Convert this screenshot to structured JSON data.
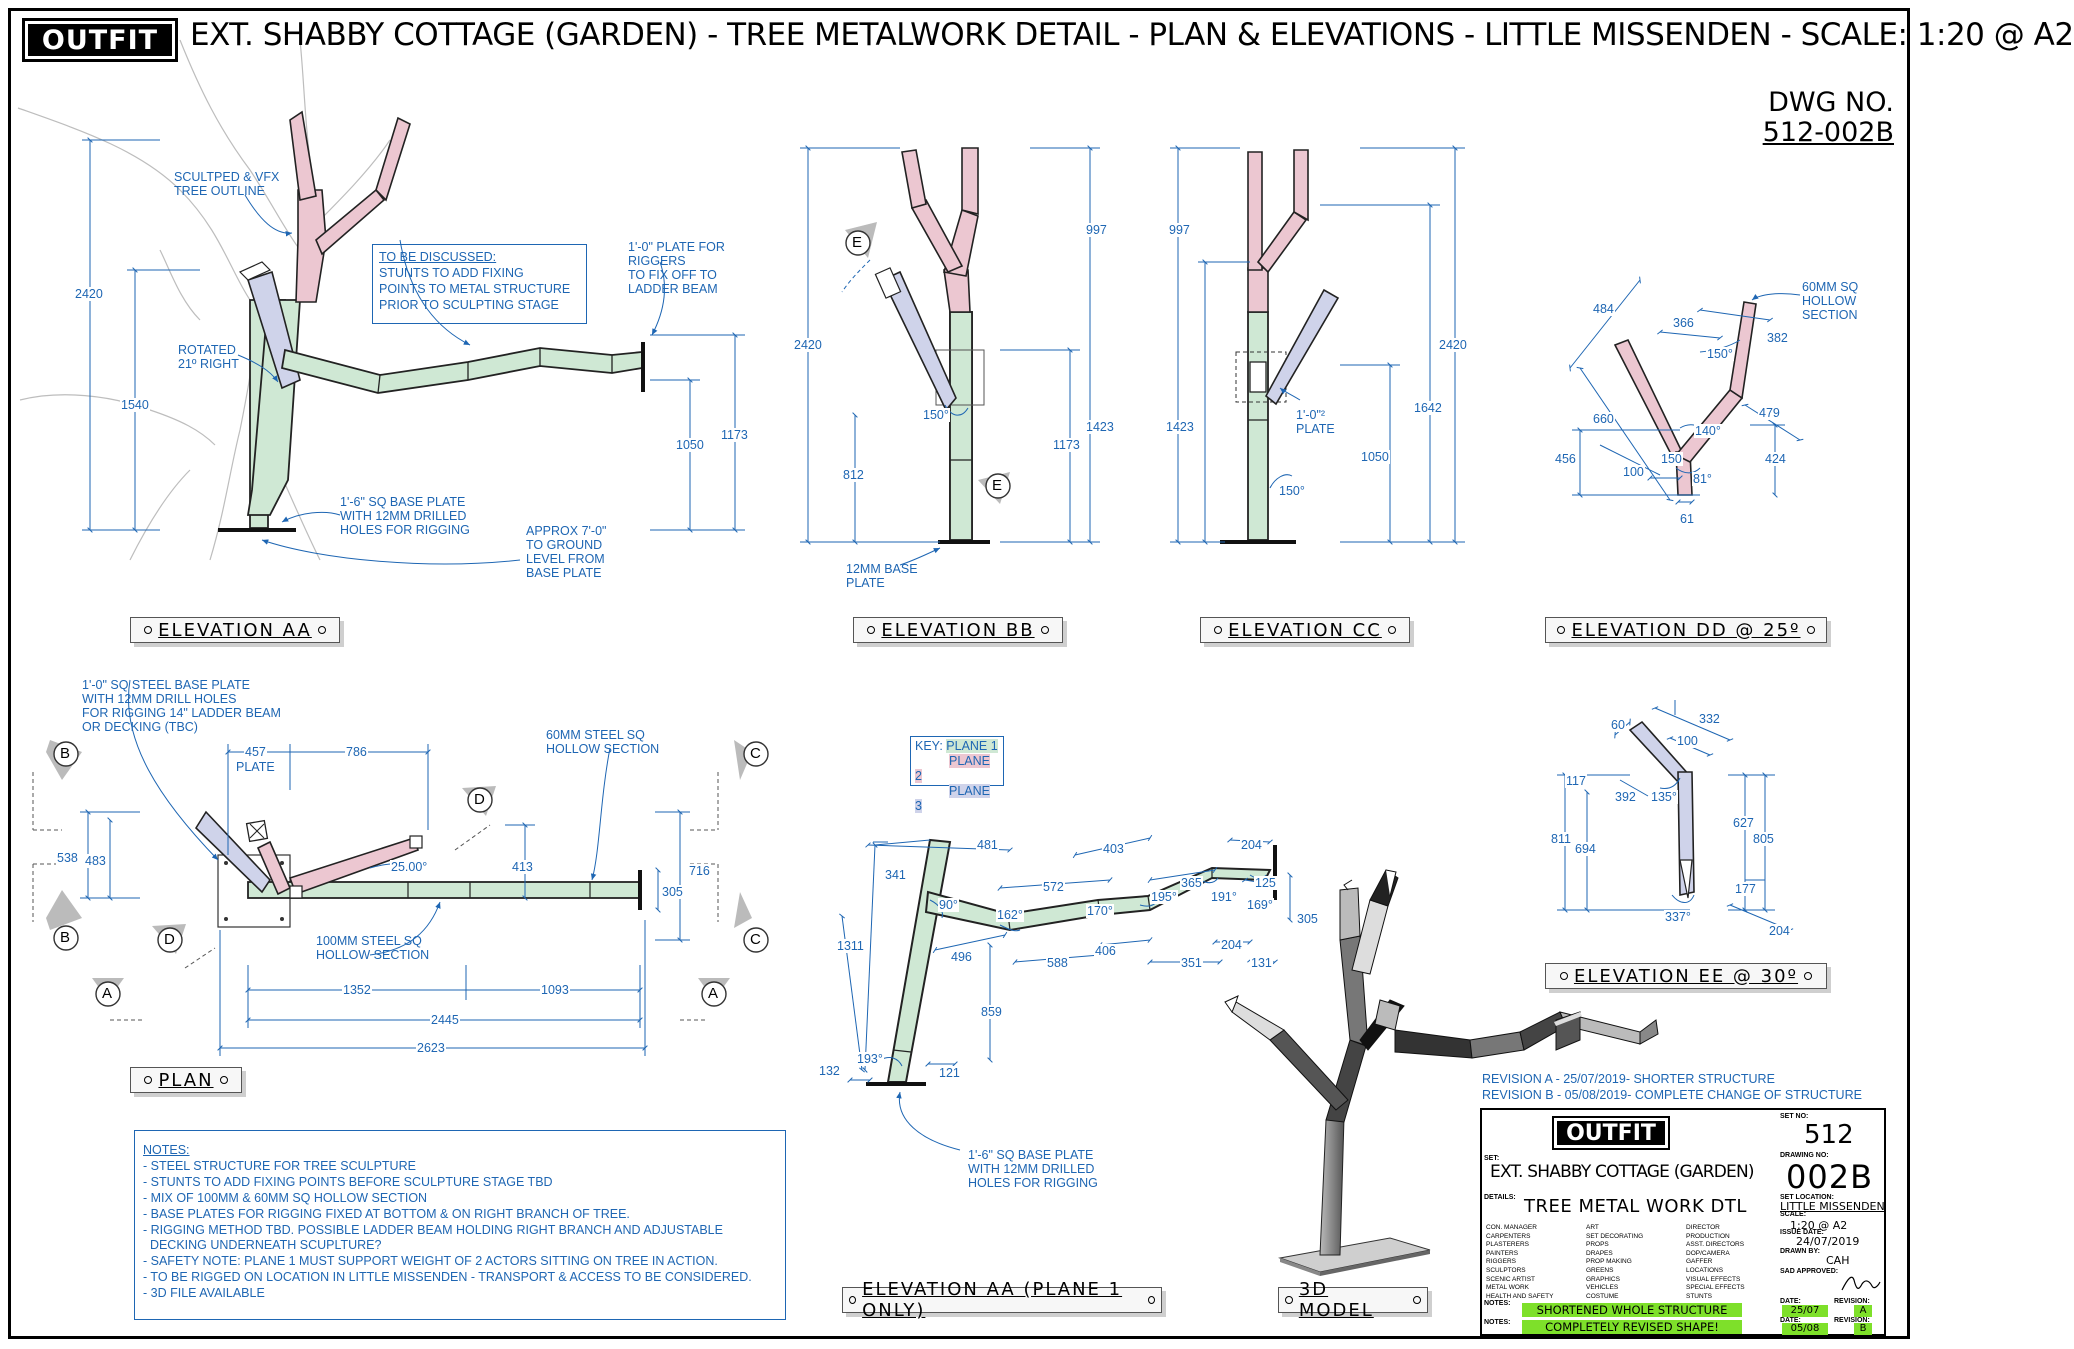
{
  "title_bar": {
    "logo": "OUTFIT",
    "title": "EXT. SHABBY COTTAGE (GARDEN) - TREE METALWORK DETAIL - PLAN & ELEVATIONS - LITTLE MISSENDEN - SCALE: 1:20 @ A2"
  },
  "dwg_no": {
    "label": "DWG NO.",
    "value": "512-002B"
  },
  "elevation_aa": {
    "label": "ELEVATION AA",
    "notes": {
      "tree_outline": "SCULTPED & VFX\nTREE OUTLINE",
      "rotated": "ROTATED\n21º RIGHT",
      "plate_riggers": "1'-0\" PLATE FOR\nRIGGERS\nTO FIX OFF TO\nLADDER BEAM",
      "base_plate": "1'-6\" SQ BASE PLATE\nWITH 12MM DRILLED\nHOLES FOR RIGGING",
      "ground": "APPROX 7'-0\"\nTO GROUND\nLEVEL FROM\nBASE PLATE"
    },
    "discuss_title": "TO BE DISCUSSED:",
    "discuss_lines": [
      "STUNTS TO ADD FIXING",
      "POINTS TO METAL STRUCTURE",
      "PRIOR TO SCULPTING STAGE"
    ],
    "dims": [
      "2420",
      "1540",
      "1050",
      "1173"
    ]
  },
  "elevation_bb": {
    "label": "ELEVATION BB",
    "notes": {
      "base_plate": "12MM BASE\nPLATE"
    },
    "dims": [
      "2420",
      "997",
      "1423",
      "1173",
      "812",
      "150°"
    ],
    "markers": [
      "E",
      "E"
    ]
  },
  "elevation_cc": {
    "label": "ELEVATION CC",
    "notes": {
      "plate": "1'-0\"²\nPLATE"
    },
    "dims": [
      "997",
      "1423",
      "2420",
      "1642",
      "1050",
      "150°"
    ]
  },
  "elevation_dd": {
    "label": "ELEVATION DD @ 25º",
    "notes": {
      "hollow": "60MM SQ\nHOLLOW\nSECTION"
    },
    "dims": [
      "484",
      "366",
      "382",
      "150°",
      "479",
      "660",
      "140°",
      "456",
      "424",
      "150",
      "100",
      "81°",
      "61"
    ]
  },
  "plan": {
    "label": "PLAN",
    "notes": {
      "base_plate": "1'-0\" SQ STEEL BASE PLATE\nWITH 12MM DRILL HOLES\nFOR RIGGING 14\" LADDER BEAM\nOR DECKING (TBC)",
      "hollow_60": "60MM STEEL SQ\nHOLLOW SECTION",
      "hollow_100": "100MM STEEL SQ\nHOLLOW SECTION",
      "plate": "PLATE"
    },
    "dims": [
      "457",
      "786",
      "538",
      "483",
      "25.00°",
      "413",
      "716",
      "305",
      "1352",
      "1093",
      "2445",
      "2623"
    ],
    "markers": [
      "B",
      "B",
      "C",
      "C",
      "D",
      "D",
      "A",
      "A"
    ]
  },
  "key": {
    "title": "KEY:",
    "plane1": "PLANE 1",
    "plane2": "PLANE 2",
    "plane3": "PLANE 3"
  },
  "elevation_aa_plane1": {
    "label": "ELEVATION AA (PLANE 1 ONLY)",
    "notes": {
      "base_plate": "1'-6\" SQ BASE PLATE\nWITH 12MM DRILLED\nHOLES FOR RIGGING"
    },
    "dims": [
      "481",
      "403",
      "204",
      "341",
      "572",
      "365",
      "125",
      "90°",
      "162°",
      "170°",
      "195°",
      "191°",
      "169°",
      "305",
      "496",
      "588",
      "406",
      "204",
      "351",
      "131",
      "1311",
      "859",
      "193°",
      "132",
      "121"
    ]
  },
  "elevation_ee": {
    "label": "ELEVATION EE @ 30º",
    "dims": [
      "332",
      "60",
      "100",
      "117",
      "392",
      "135°",
      "811",
      "694",
      "627",
      "805",
      "177",
      "337°",
      "204"
    ]
  },
  "model_3d": {
    "label": "3D MODEL"
  },
  "notes": {
    "heading": "NOTES:",
    "lines": [
      "- STEEL STRUCTURE FOR TREE SCULPTURE",
      "- STUNTS TO ADD FIXING POINTS BEFORE SCULPTURE STAGE TBD",
      "- MIX OF 100MM & 60MM SQ HOLLOW SECTION",
      "- BASE PLATES FOR RIGGING FIXED AT BOTTOM & ON RIGHT BRANCH OF TREE.",
      "- RIGGING METHOD TBD. POSSIBLE LADDER BEAM HOLDING RIGHT BRANCH AND ADJUSTABLE",
      "  DECKING UNDERNEATH SCUPLTURE?",
      "- SAFETY NOTE: PLANE 1 MUST SUPPORT WEIGHT OF 2 ACTORS SITTING ON TREE IN ACTION.",
      "- TO BE RIGGED ON LOCATION IN LITTLE MISSENDEN - TRANSPORT & ACCESS TO BE CONSIDERED.",
      "- 3D FILE AVAILABLE"
    ]
  },
  "revisions": {
    "a": "REVISION A - 25/07/2019- SHORTER STRUCTURE",
    "b": "REVISION B - 05/08/2019- COMPLETE CHANGE OF STRUCTURE"
  },
  "title_block": {
    "logo": "OUTFIT",
    "set_no_label": "SET NO:",
    "set_no": "512",
    "drawing_no_label": "DRAWING NO:",
    "drawing_no": "002B",
    "set_label": "SET:",
    "set": "EXT. SHABBY COTTAGE (GARDEN)",
    "details_label": "DETAILS:",
    "details": "TREE METAL WORK DTL",
    "set_location_label": "SET LOCATION:",
    "set_location": "LITTLE MISSENDEN",
    "scale_label": "SCALE:",
    "scale": "1:20 @ A2",
    "issue_date_label": "ISSUE DATE:",
    "issue_date": "24/07/2019",
    "drawn_by_label": "DRAWN BY:",
    "drawn_by": "CAH",
    "sad_approved_label": "SAD APPROVED:",
    "roles_col1": [
      "CON. MANAGER",
      "CARPENTERS",
      "PLASTERERS",
      "PAINTERS",
      "RIGGERS",
      "SCULPTORS",
      "SCENIC ARTIST",
      "METAL WORK",
      "HEALTH AND SAFETY"
    ],
    "roles_col2": [
      "ART",
      "SET DECORATING",
      "PROPS",
      "DRAPES",
      "PROP MAKING",
      "GREENS",
      "GRAPHICS",
      "VEHICLES",
      "COSTUME"
    ],
    "roles_col3": [
      "DIRECTOR",
      "PRODUCTION",
      "ASST. DIRECTORS",
      "DOP/CAMERA",
      "GAFFER",
      "LOCATIONS",
      "VISUAL EFFECTS",
      "SPECIAL EFFECTS",
      "STUNTS"
    ],
    "notes_label": "NOTES:",
    "note_1": "SHORTENED WHOLE STRUCTURE",
    "note_2": "COMPLETELY REVISED SHAPE!",
    "date_label": "DATE:",
    "date_1": "25/07",
    "date_2": "05/08",
    "revision_label": "REVISION:",
    "revision_1": "A",
    "revision_2": "B"
  }
}
